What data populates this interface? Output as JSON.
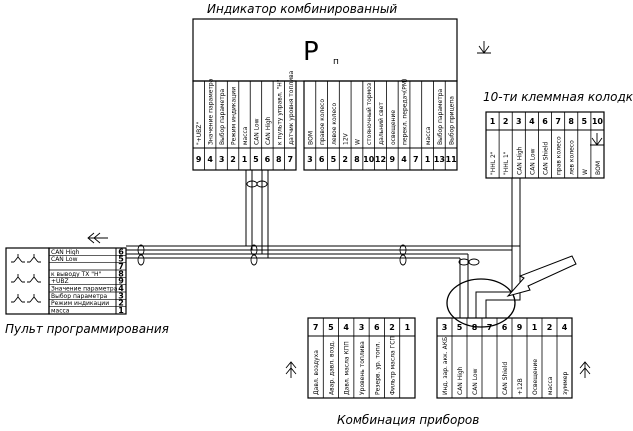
{
  "indicator": {
    "title": "Индикатор комбинированный",
    "symbol": "P",
    "symbol_sub": "п",
    "left_pins": [
      {
        "num": "9",
        "label": "\"+UBZ\""
      },
      {
        "num": "4",
        "label": "Значение параметра"
      },
      {
        "num": "3",
        "label": "Выбор параметра"
      },
      {
        "num": "2",
        "label": "Режим индикации"
      },
      {
        "num": "1",
        "label": "масса"
      },
      {
        "num": "5",
        "label": "CAN Low"
      },
      {
        "num": "6",
        "label": "CAN High"
      },
      {
        "num": "8",
        "label": "к пульту управл. \"Н\""
      },
      {
        "num": "7",
        "label": "датчик уровня топлива"
      }
    ],
    "right_pins": [
      {
        "num": "3",
        "label": "ВОМ"
      },
      {
        "num": "6",
        "label": "правое колесо"
      },
      {
        "num": "5",
        "label": "левое колесо"
      },
      {
        "num": "2",
        "label": "12V"
      },
      {
        "num": "8",
        "label": "W"
      },
      {
        "num": "10",
        "label": "стояночный тормоз"
      },
      {
        "num": "12",
        "label": "дальний свет"
      },
      {
        "num": "9",
        "label": "освещение"
      },
      {
        "num": "4",
        "label": "перекл. передач(РМ)"
      },
      {
        "num": "7",
        "label": ""
      },
      {
        "num": "1",
        "label": "масса"
      },
      {
        "num": "13",
        "label": "Выбор параметра"
      },
      {
        "num": "11",
        "label": "Выбор прицепа"
      }
    ]
  },
  "terminal_block": {
    "title": "10-ти клеммная колодка",
    "pins": [
      {
        "num": "1",
        "label": "\"HHL 2\""
      },
      {
        "num": "2",
        "label": "\"HHL 1\""
      },
      {
        "num": "3",
        "label": "CAN High"
      },
      {
        "num": "4",
        "label": "CAN Low"
      },
      {
        "num": "6",
        "label": "CAN Shield"
      },
      {
        "num": "7",
        "label": "прав колесо"
      },
      {
        "num": "8",
        "label": "лев колесо"
      },
      {
        "num": "5",
        "label": "W"
      },
      {
        "num": "10",
        "label": "ВОМ"
      }
    ]
  },
  "remote": {
    "title": "Пульт программирования",
    "pins": [
      {
        "num": "6",
        "label": "CAN High"
      },
      {
        "num": "5",
        "label": "CAN Low"
      },
      {
        "num": "7",
        "label": ""
      },
      {
        "num": "8",
        "label": "к выводу TX \"Н\""
      },
      {
        "num": "9",
        "label": "+UBZ"
      },
      {
        "num": "4",
        "label": "Значение параметра"
      },
      {
        "num": "3",
        "label": "Выбор параметра"
      },
      {
        "num": "2",
        "label": "Режим индикации"
      },
      {
        "num": "1",
        "label": "масса"
      }
    ]
  },
  "cluster": {
    "title": "Комбинация приборов",
    "left_pins": [
      {
        "num": "7",
        "label": "Давл. воздуха"
      },
      {
        "num": "5",
        "label": "Авар. давл. возд."
      },
      {
        "num": "4",
        "label": "Давл. масла КПП"
      },
      {
        "num": "3",
        "label": "Уровень топлива"
      },
      {
        "num": "6",
        "label": "Резерв. ур. топл."
      },
      {
        "num": "2",
        "label": "Фильтр масла ГСП"
      },
      {
        "num": "1",
        "label": ""
      }
    ],
    "right_pins": [
      {
        "num": "3",
        "label": "Инд. зар. акк. АКБ"
      },
      {
        "num": "5",
        "label": "CAN High"
      },
      {
        "num": "8",
        "label": "CAN Low"
      },
      {
        "num": "7",
        "label": ""
      },
      {
        "num": "6",
        "label": "CAN Shield"
      },
      {
        "num": "9",
        "label": "+12В"
      },
      {
        "num": "1",
        "label": "Освещение"
      },
      {
        "num": "2",
        "label": "масса"
      },
      {
        "num": "4",
        "label": "зуммер"
      }
    ]
  }
}
